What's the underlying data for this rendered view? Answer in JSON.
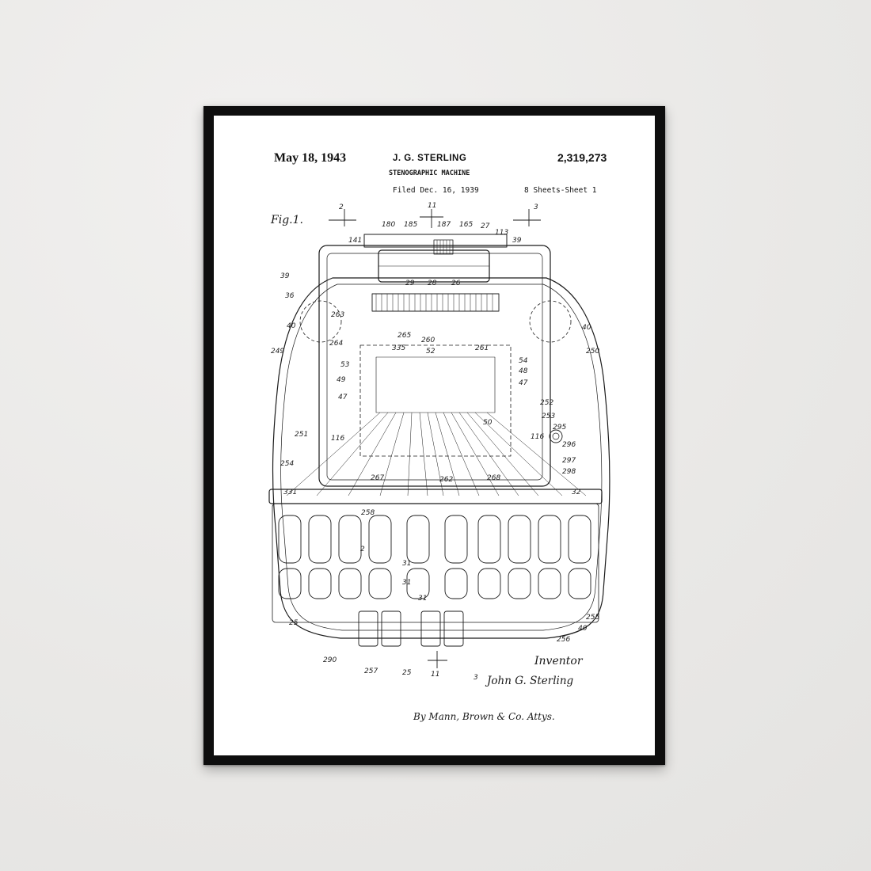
{
  "patent": {
    "date": "May 18, 1943",
    "inventor_header": "J. G. STERLING",
    "number": "2,319,273",
    "title": "STENOGRAPHIC MACHINE",
    "filed": "Filed Dec. 16, 1939",
    "sheets": "8 Sheets-Sheet 1"
  },
  "drawing": {
    "figure_label": "Fig.1.",
    "reference_numerals": [
      "2",
      "11",
      "3",
      "141",
      "180",
      "185",
      "187",
      "165",
      "27",
      "113",
      "39",
      "39",
      "36",
      "29",
      "28",
      "26",
      "40",
      "40",
      "249",
      "250",
      "263",
      "264",
      "265",
      "335",
      "260",
      "261",
      "52",
      "53",
      "54",
      "49",
      "47",
      "48",
      "47",
      "50",
      "252",
      "253",
      "295",
      "296",
      "251",
      "116",
      "116",
      "297",
      "298",
      "254",
      "267",
      "262",
      "268",
      "331",
      "32",
      "258",
      "2",
      "31",
      "31",
      "31",
      "25",
      "255",
      "40",
      "256",
      "290",
      "257",
      "25",
      "11",
      "3"
    ]
  },
  "signatures": {
    "inventor_label": "Inventor",
    "inventor_name": "John G. Sterling",
    "attorney": "By Mann, Brown & Co. Attys."
  },
  "colors": {
    "wall": "#ecebea",
    "frame": "#0e0e0e",
    "paper": "#ffffff",
    "ink": "#111111"
  }
}
